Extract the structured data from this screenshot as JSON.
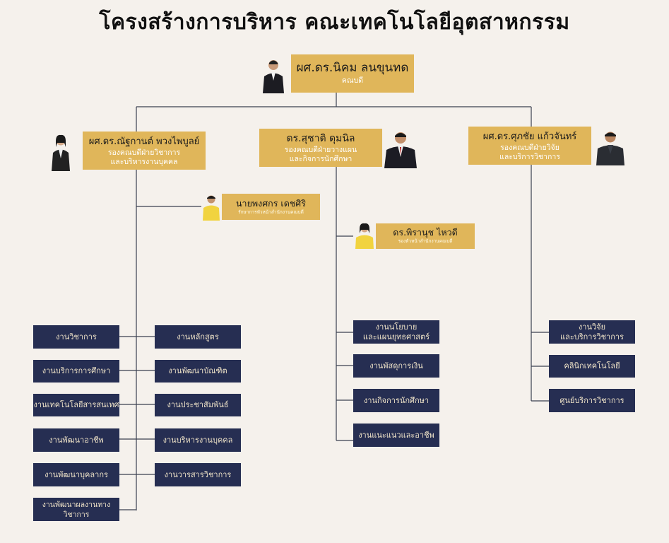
{
  "title": "โครงสร้างการบริหาร คณะเทคโนโลยีอุตสาหกรรม",
  "dean": {
    "name": "ผศ.ดร.นิคม ลนขุนทด",
    "role": "คณบดี"
  },
  "vice_academic": {
    "name": "ผศ.ดร.ณัฐกานต์ พวงไพบูลย์",
    "role_line1": "รองคณบดีฝ่ายวิชาการ",
    "role_line2": "และบริหารงานบุคคล"
  },
  "vice_planning": {
    "name": "ดร.สุชาติ ดุมนิล",
    "role_line1": "รองคณบดีฝ่ายวางแผน",
    "role_line2": "และกิจการนักศึกษา"
  },
  "vice_research": {
    "name": "ผศ.ดร.ศุภชัย แก้วจันทร์",
    "role_line1": "รองคณบดีฝ่ายวิจัย",
    "role_line2": "และบริการวิชาการ"
  },
  "office_head": {
    "name": "นายพงศกร เดชศิริ",
    "role": "รักษาการหัวหน้าสำนักงานคณบดี"
  },
  "deputy_office_head": {
    "name": "ดร.พิรานุช ไหวดี",
    "role": "รองหัวหน้าสำนักงานคณบดี"
  },
  "academic_left": [
    "งานวิชาการ",
    "งานบริการการศึกษา",
    "งานเทคโนโลยีสารสนเทศ",
    "งานพัฒนาอาชีพ",
    "งานพัฒนาบุคลากร",
    "งานพัฒนาผลงานทางวิชาการ"
  ],
  "academic_right": [
    "งานหลักสูตร",
    "งานพัฒนาบัณฑิต",
    "งานประชาสัมพันธ์",
    "งานบริหารงานบุคคล",
    "งานวารสารวิชาการ"
  ],
  "planning_units": [
    "งานนโยบาย\nและแผนยุทธศาสตร์",
    "งานพัสดุการเงิน",
    "งานกิจการนักศึกษา",
    "งานแนะแนวและอาชีพ"
  ],
  "research_units": [
    "งานวิจัย\nและบริการวิชาการ",
    "คลินิกเทคโนโลยี",
    "ศูนย์บริการวิชาการ"
  ],
  "colors": {
    "background": "#f5f1ec",
    "gold": "#e0b65a",
    "navy": "#262e52",
    "line": "#3a4050"
  }
}
